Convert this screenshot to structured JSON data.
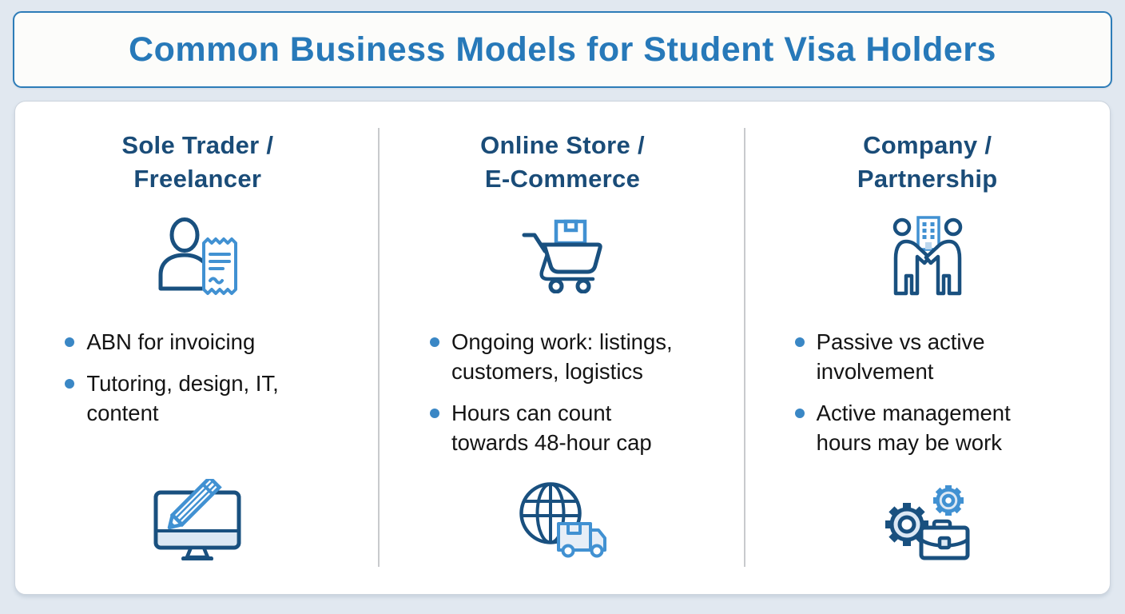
{
  "title": "Common Business Models for Student Visa Holders",
  "colors": {
    "page_background": "#e1e8f0",
    "card_background": "#ffffff",
    "title_blue": "#2779b9",
    "title_box_border": "#2d7cb8",
    "heading_navy": "#1a4c78",
    "icon_navy": "#19507f",
    "icon_light_blue": "#4191d2",
    "icon_light_fill": "#dce8f4",
    "bullet_dot_blue": "#3a87c5",
    "divider_gray": "#c8cacd"
  },
  "columns": [
    {
      "heading": "Sole Trader /\nFreelancer",
      "top_icon": "person-invoice-icon",
      "bullets": [
        "ABN for invoicing",
        "Tutoring, design, IT,\ncontent"
      ],
      "bottom_icon": "monitor-pencil-icon"
    },
    {
      "heading": "Online Store /\nE-Commerce",
      "top_icon": "shopping-cart-box-icon",
      "bullets": [
        "Ongoing work: listings,\ncustomers, logistics",
        "Hours can count\ntowards 48-hour cap"
      ],
      "bottom_icon": "globe-delivery-truck-icon"
    },
    {
      "heading": "Company /\nPartnership",
      "top_icon": "handshake-building-icon",
      "bullets": [
        "Passive vs active\ninvolvement",
        "Active management\nhours may be work"
      ],
      "bottom_icon": "gears-briefcase-icon"
    }
  ]
}
